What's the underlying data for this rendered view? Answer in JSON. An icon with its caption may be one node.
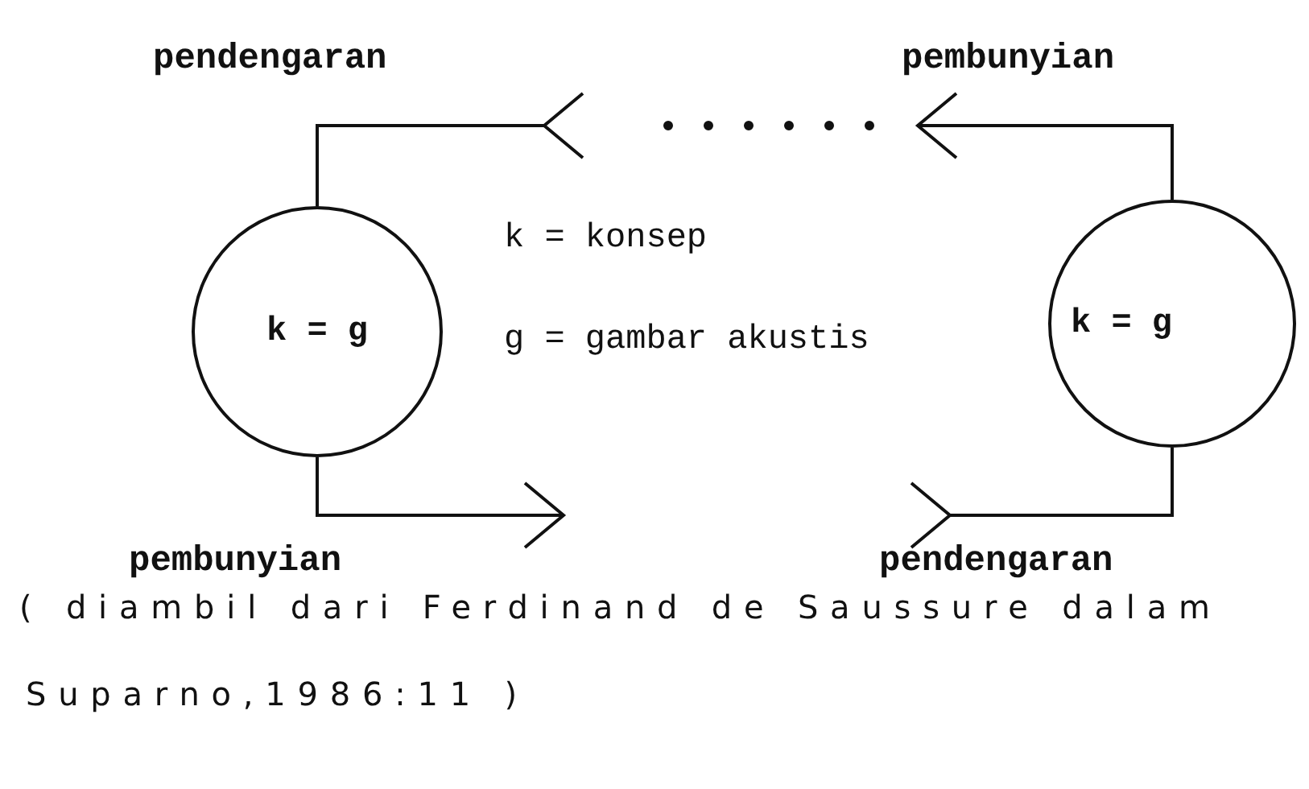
{
  "diagram": {
    "caption": "( diambil dari Ferdinand de Saussure dalam Suparno,1986:11 )",
    "nodes": [
      {
        "text": [
          "k = g"
        ]
      },
      {
        "text": [
          "k = g"
        ]
      }
    ],
    "edges": [
      {
        "from": 1,
        "to": 0,
        "arrow": "to"
      },
      {
        "from": 0,
        "to": 1,
        "arrow": "to"
      }
    ],
    "labels": [
      "pendengaran",
      "pembunyian",
      "k = konsep",
      "g = gambar akustis",
      "pembunyian",
      "pendengaran"
    ]
  }
}
